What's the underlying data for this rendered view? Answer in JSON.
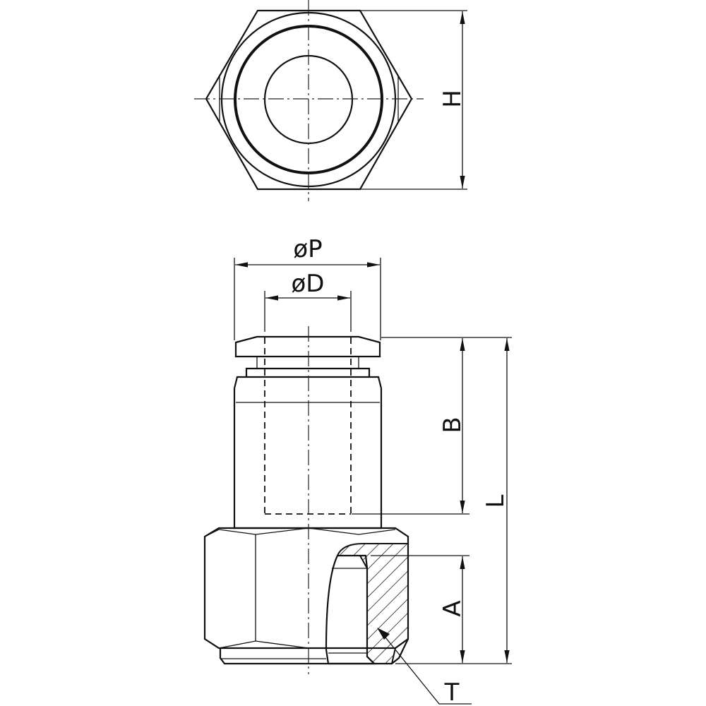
{
  "labels": {
    "H": "H",
    "P": "øP",
    "D": "øD",
    "B": "B",
    "L": "L",
    "A": "A",
    "T": "T"
  },
  "colors": {
    "line": "#111111",
    "background": "#ffffff"
  }
}
